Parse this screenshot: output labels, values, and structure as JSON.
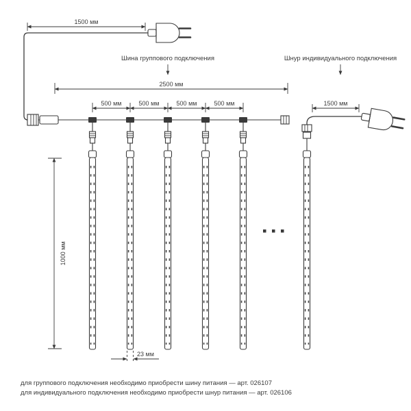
{
  "diagram": {
    "labels": {
      "group_bus": "Шина группового подключения",
      "individual_cord": "Шнур индивидуального подключения"
    },
    "dimensions": {
      "left_cord_length": "1500 мм",
      "right_cord_length": "1500 мм",
      "bus_length": "2500 мм",
      "tube_spacing": [
        "500 мм",
        "500 мм",
        "500 мм",
        "500 мм"
      ],
      "tube_length": "1000 мм",
      "tube_width": "23 мм"
    },
    "footnotes": {
      "group": "для группового подключения необходимо приобрести шину питания — арт. 026107",
      "individual": "для индивидуального подключения необходимо приобрести шнур питания — арт. 026106"
    },
    "colors": {
      "line": "#3a3a3a",
      "text": "#3a3a3a",
      "background": "#ffffff"
    }
  }
}
